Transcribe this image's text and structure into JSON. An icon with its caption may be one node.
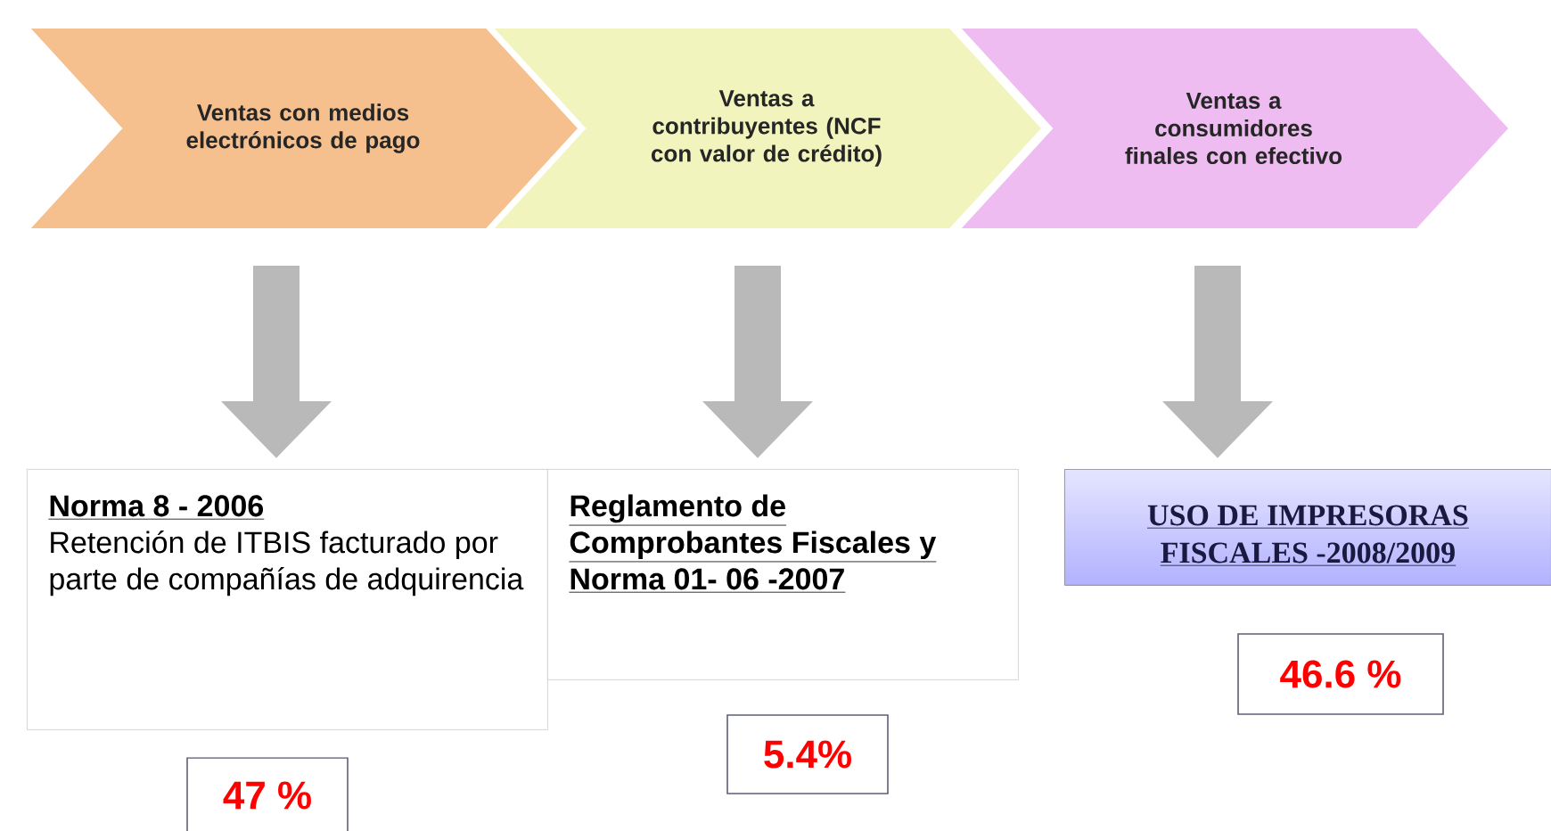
{
  "diagram": {
    "nodes": [
      {
        "text": [
          "Ventas con medios electrónicos de pago"
        ]
      },
      {
        "text": [
          "Ventas a contribuyentes (NCF con valor de crédito)"
        ]
      },
      {
        "text": [
          "Ventas a consumidores finales con efectivo"
        ]
      },
      {
        "text": [
          "Norma 8 - 2006",
          "Retención de ITBIS facturado por parte de compañías de adquirencia"
        ]
      },
      {
        "text": [
          "Reglamento de Comprobantes Fiscales y Norma 01- 06 -2007"
        ]
      },
      {
        "text": [
          "USO DE IMPRESORAS FISCALES -2008/2009"
        ]
      },
      {
        "text": [
          "47 %"
        ]
      },
      {
        "text": [
          "5.4%"
        ]
      },
      {
        "text": [
          "46.6 %"
        ]
      }
    ],
    "edges": [
      {
        "from": 0,
        "to": 3,
        "arrow": "to"
      },
      {
        "from": 1,
        "to": 4,
        "arrow": "to"
      },
      {
        "from": 2,
        "to": 5,
        "arrow": "to"
      }
    ]
  }
}
